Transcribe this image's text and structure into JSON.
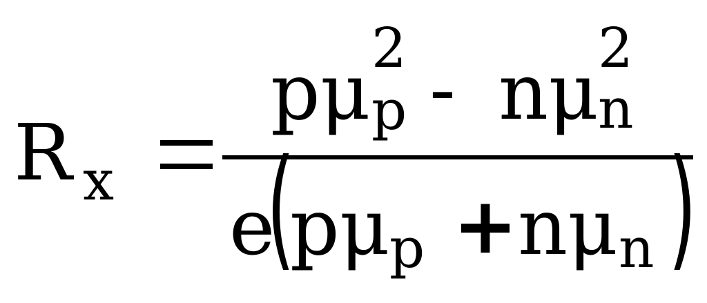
{
  "formula": {
    "lhs": {
      "symbol": "R",
      "subscript": "x"
    },
    "equals": "=",
    "numerator": {
      "term1": {
        "base": "pμ",
        "sub": "p",
        "sup": "2"
      },
      "operator": "-",
      "term2": {
        "base": "nμ",
        "sub": "n",
        "sup": "2"
      }
    },
    "denominator": {
      "coef": "e",
      "open_paren": "(",
      "term1": {
        "base": "pμ",
        "sub": "p"
      },
      "operator": "+",
      "term2": {
        "base": "nμ",
        "sub": "n"
      },
      "close_paren": ")"
    }
  }
}
